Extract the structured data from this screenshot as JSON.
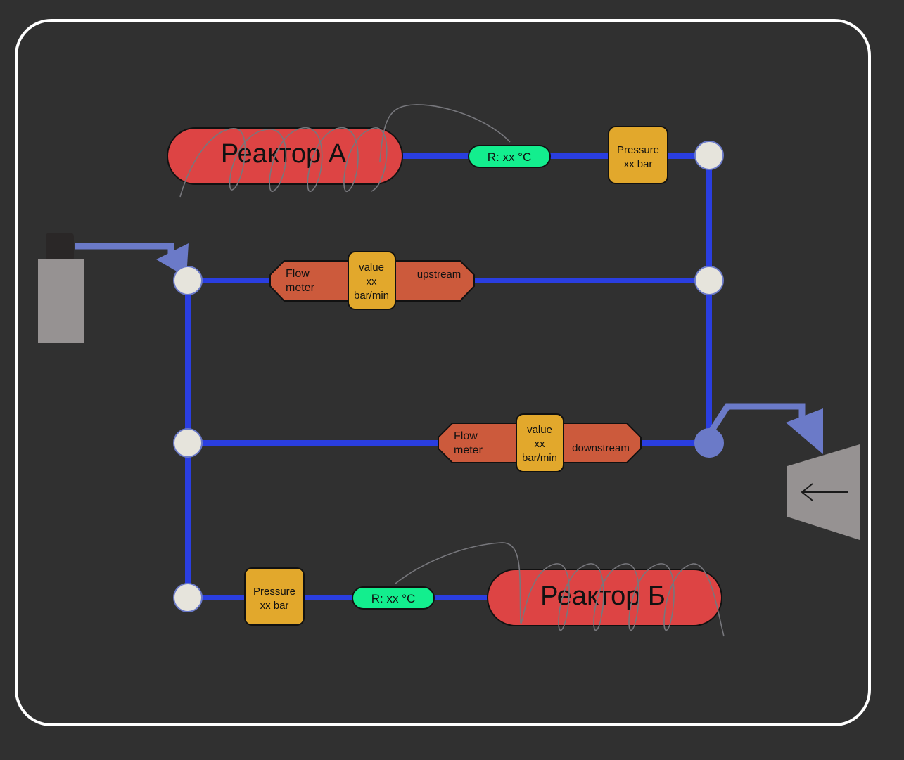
{
  "reactor_a": {
    "label": "Реактор А"
  },
  "reactor_b": {
    "label": "Реактор Б"
  },
  "temp_sensor_top": {
    "text": "R: xx °C"
  },
  "temp_sensor_bottom": {
    "text": "R: xx °C"
  },
  "pressure_top": {
    "line1": "Pressure",
    "line2": "xx bar"
  },
  "pressure_bottom": {
    "line1": "Pressure",
    "line2": "xx bar"
  },
  "flow_upstream": {
    "name_line1": "Flow",
    "name_line2": "meter",
    "value_line1": "value",
    "value_line2": "xx",
    "value_line3": "bar/min",
    "position": "upstream"
  },
  "flow_downstream": {
    "name_line1": "Flow",
    "name_line2": "meter",
    "value_line1": "value",
    "value_line2": "xx",
    "value_line3": "bar/min",
    "position": "downstream"
  },
  "outlet_icon": "left-arrow-icon",
  "colors": {
    "background": "#303030",
    "frame": "#ffffff",
    "pipe": "#2a3ee0",
    "reactor": "#dd4444",
    "pressure_box": "#e2a82c",
    "flow_body": "#cc5a3c",
    "temp_sensor": "#13ee8e",
    "node": "#e6e4dc",
    "node_active": "#6b7ac8",
    "flow_arrow": "#6b7ac8",
    "cylinder": "#969292",
    "coil": "#77777c"
  }
}
